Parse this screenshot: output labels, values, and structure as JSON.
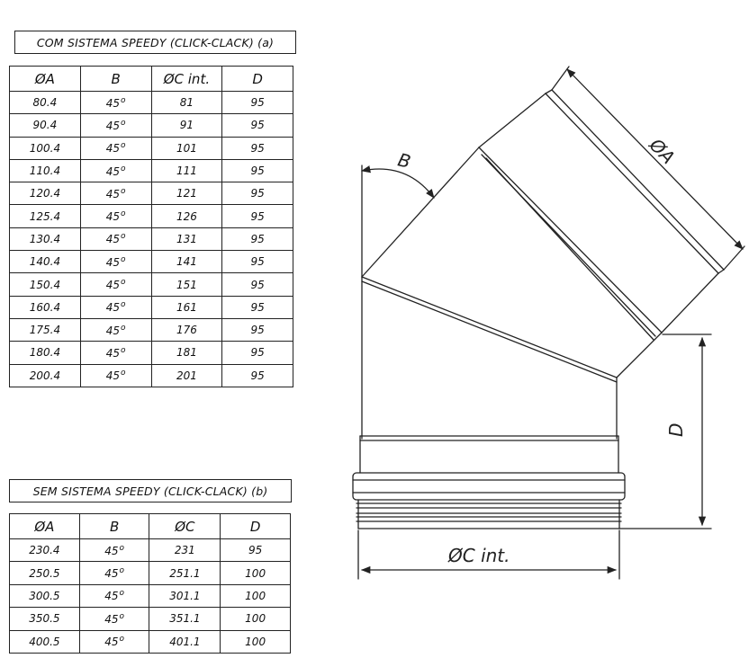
{
  "table_a": {
    "title": "COM SISTEMA SPEEDY (CLICK-CLACK) (a)",
    "headers": [
      "ØA",
      "B",
      "ØC int.",
      "D"
    ],
    "rows": [
      [
        "80.4",
        "45",
        "81",
        "95"
      ],
      [
        "90.4",
        "45",
        "91",
        "95"
      ],
      [
        "100.4",
        "45",
        "101",
        "95"
      ],
      [
        "110.4",
        "45",
        "111",
        "95"
      ],
      [
        "120.4",
        "45",
        "121",
        "95"
      ],
      [
        "125.4",
        "45",
        "126",
        "95"
      ],
      [
        "130.4",
        "45",
        "131",
        "95"
      ],
      [
        "140.4",
        "45",
        "141",
        "95"
      ],
      [
        "150.4",
        "45",
        "151",
        "95"
      ],
      [
        "160.4",
        "45",
        "161",
        "95"
      ],
      [
        "175.4",
        "45",
        "176",
        "95"
      ],
      [
        "180.4",
        "45",
        "181",
        "95"
      ],
      [
        "200.4",
        "45",
        "201",
        "95"
      ]
    ]
  },
  "table_b": {
    "title": "SEM SISTEMA SPEEDY (CLICK-CLACK) (b)",
    "headers": [
      "ØA",
      "B",
      "ØC",
      "D"
    ],
    "rows": [
      [
        "230.4",
        "45",
        "231",
        "95"
      ],
      [
        "250.5",
        "45",
        "251.1",
        "100"
      ],
      [
        "300.5",
        "45",
        "301.1",
        "100"
      ],
      [
        "350.5",
        "45",
        "351.1",
        "100"
      ],
      [
        "400.5",
        "45",
        "401.1",
        "100"
      ]
    ]
  },
  "degree_symbol": "o",
  "drawing": {
    "label_a": "ØA",
    "label_b": "B",
    "label_c": "ØC int.",
    "label_d": "D",
    "line_color": "#222222"
  }
}
